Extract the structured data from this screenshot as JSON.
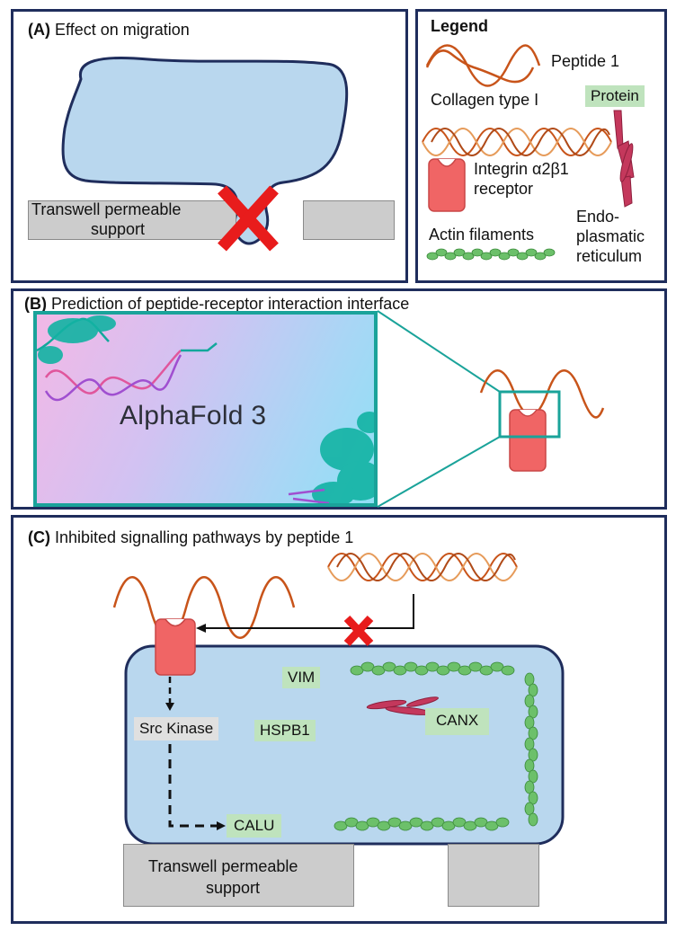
{
  "panel_a": {
    "letter": "(A)",
    "title": "Effect on migration",
    "support_line1": "Transwell permeable",
    "support_line2": "support"
  },
  "legend": {
    "title": "Legend",
    "peptide": "Peptide 1",
    "collagen": "Collagen type I",
    "protein": "Protein",
    "integrin_line1": "Integrin α2β1",
    "integrin_line2": "receptor",
    "er_line1": "Endo-",
    "er_line2": "plasmatic",
    "er_line3": "reticulum",
    "actin": "Actin filaments"
  },
  "panel_b": {
    "letter": "(B)",
    "title": "Prediction of peptide-receptor interaction interface",
    "alphafold": "AlphaFold 3"
  },
  "panel_c": {
    "letter": "(C)",
    "title": "Inhibited signalling pathways by peptide 1",
    "proteins": [
      "VIM",
      "HSPB1",
      "CANX",
      "CALU"
    ],
    "kinase": "Src Kinase",
    "support_line1": "Transwell permeable",
    "support_line2": "support"
  },
  "colors": {
    "border": "#1f2d5c",
    "cell": "#b9d7ee",
    "peptide": "#c8541a",
    "receptor": "#f06565",
    "actin": "#6cc06a",
    "er": "#c4385c",
    "protein_label": "#bfe3bd",
    "inhibit": "#e81c1c",
    "zoom": "#1aa39a"
  }
}
